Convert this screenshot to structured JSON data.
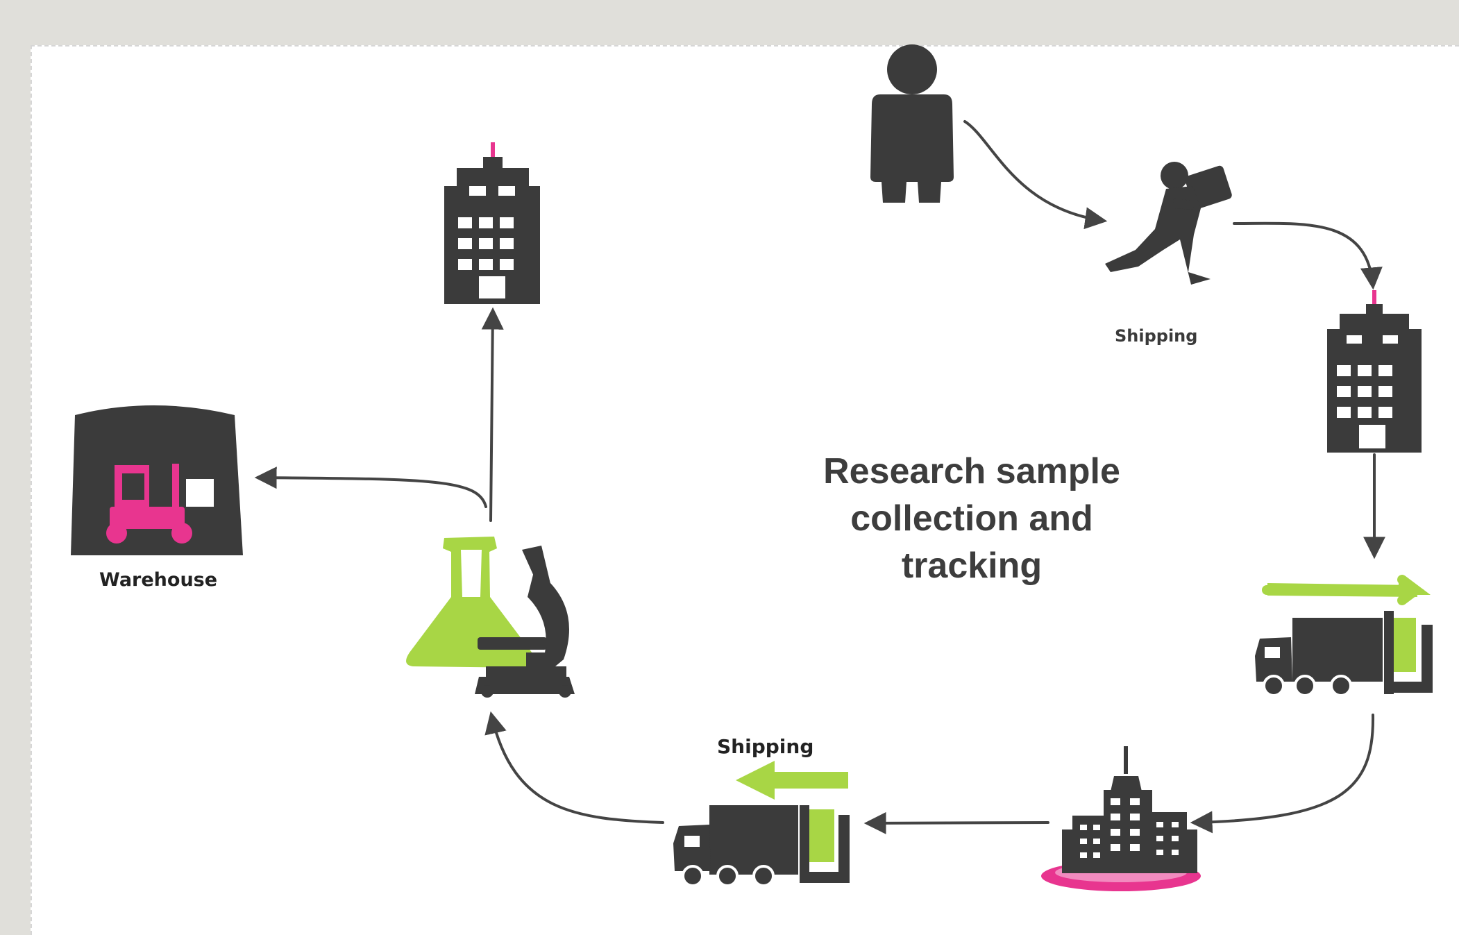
{
  "diagram": {
    "title": "Research sample\ncollection and\ntracking",
    "labels": {
      "shipping_top": "Shipping",
      "warehouse": "Warehouse",
      "shipping_bottom": "Shipping"
    },
    "nodes": [
      {
        "id": "person",
        "icon": "person-icon"
      },
      {
        "id": "courier",
        "icon": "courier-carrying-box-icon"
      },
      {
        "id": "building-right",
        "icon": "building-icon"
      },
      {
        "id": "truck-right",
        "icon": "delivery-truck-icon"
      },
      {
        "id": "hospital",
        "icon": "hospital-building-icon"
      },
      {
        "id": "truck-bottom",
        "icon": "delivery-truck-icon"
      },
      {
        "id": "lab",
        "icon": "lab-flask-microscope-icon"
      },
      {
        "id": "building-top",
        "icon": "building-icon"
      },
      {
        "id": "warehouse",
        "icon": "warehouse-forklift-icon"
      }
    ],
    "edges": [
      [
        "person",
        "courier"
      ],
      [
        "courier",
        "building-right"
      ],
      [
        "building-right",
        "truck-right"
      ],
      [
        "truck-right",
        "hospital"
      ],
      [
        "hospital",
        "truck-bottom"
      ],
      [
        "truck-bottom",
        "lab"
      ],
      [
        "lab",
        "building-top"
      ],
      [
        "lab",
        "warehouse"
      ]
    ],
    "colors": {
      "icon": "#3b3b3b",
      "accent_pink": "#e8358f",
      "accent_green": "#a8d645",
      "arrow": "#444444",
      "background": "#e0dfda",
      "canvas": "#ffffff"
    }
  }
}
